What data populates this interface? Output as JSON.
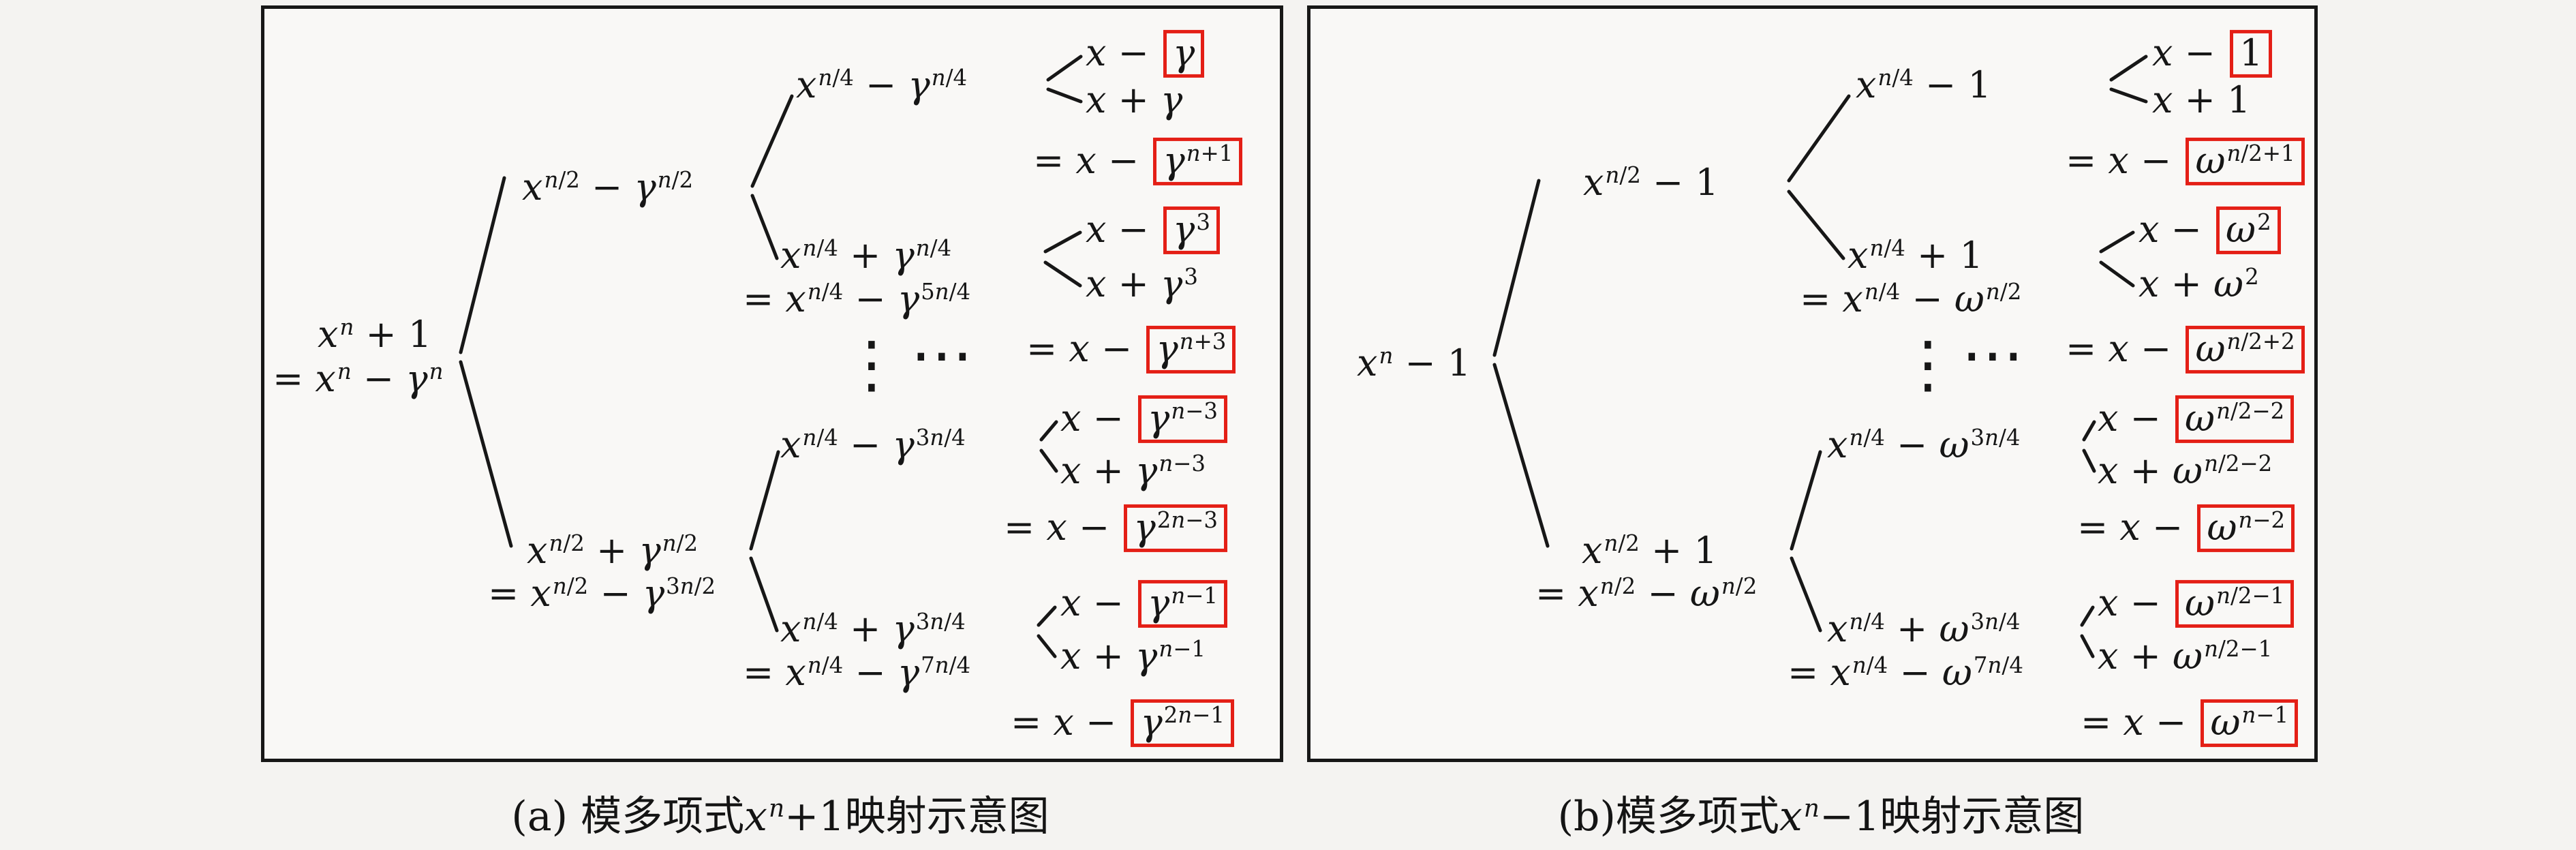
{
  "figure": {
    "background": "#f4f3f1",
    "panel_background": "#f9f8f6",
    "line_color": "#171717",
    "highlight_box_color": "#e41f16",
    "panels": [
      {
        "id": "a",
        "caption": {
          "prefix": "(a) 模多项式",
          "math": "x^{n}+1",
          "suffix": "映射示意图"
        },
        "items": [
          {
            "id": "root-l1",
            "m": "x^{n} + 1"
          },
          {
            "id": "root-l2",
            "m": "= x^{n} − γ^{n}"
          },
          {
            "id": "l2top",
            "m": "x^{n/2} − γ^{n/2}"
          },
          {
            "id": "l2bot-l1",
            "m": "x^{n/2} + γ^{n/2}"
          },
          {
            "id": "l2bot-l2",
            "m": "= x^{n/2} − γ^{3n/2}"
          },
          {
            "id": "n1",
            "m": "x^{n/4} − γ^{n/4}"
          },
          {
            "id": "n2-l1",
            "m": "x^{n/4} + γ^{n/4}"
          },
          {
            "id": "n2-l2",
            "m": "= x^{n/4} − γ^{5n/4}"
          },
          {
            "id": "n3",
            "m": "x^{n/4} − γ^{3n/4}"
          },
          {
            "id": "n4-l1",
            "m": "x^{n/4} + γ^{3n/4}"
          },
          {
            "id": "n4-l2",
            "m": "= x^{n/4} − γ^{7n/4}"
          },
          {
            "id": "leaf1a",
            "m": "x − [γ]"
          },
          {
            "id": "leaf1b",
            "m": "x + γ"
          },
          {
            "id": "res1",
            "m": "= x − [γ^{n+1}]"
          },
          {
            "id": "leaf2a",
            "m": "x − [γ^{3}]"
          },
          {
            "id": "leaf2b",
            "m": "x + γ^{3}"
          },
          {
            "id": "res2",
            "m": "= x − [γ^{n+3}]"
          },
          {
            "id": "leaf3a",
            "m": "x − [γ^{n−3}]"
          },
          {
            "id": "leaf3b",
            "m": "x + γ^{n−3}"
          },
          {
            "id": "res3",
            "m": "= x − [γ^{2n−3}]"
          },
          {
            "id": "leaf4a",
            "m": "x − [γ^{n−1}]"
          },
          {
            "id": "leaf4b",
            "m": "x + γ^{n−1}"
          },
          {
            "id": "res4",
            "m": "= x − [γ^{2n−1}]"
          },
          {
            "id": "vdots",
            "m": "⋮"
          },
          {
            "id": "hdots",
            "m": "⋯"
          }
        ]
      },
      {
        "id": "b",
        "caption": {
          "prefix": "(b)模多项式",
          "math": "x^{n}−1",
          "suffix": "映射示意图"
        },
        "items": [
          {
            "id": "root",
            "m": "x^{n} − 1"
          },
          {
            "id": "l2top",
            "m": "x^{n/2} − 1"
          },
          {
            "id": "l2bot-l1",
            "m": "x^{n/2} + 1"
          },
          {
            "id": "l2bot-l2",
            "m": "= x^{n/2} − ω^{n/2}"
          },
          {
            "id": "n1",
            "m": "x^{n/4} − 1"
          },
          {
            "id": "n2-l1",
            "m": "x^{n/4} + 1"
          },
          {
            "id": "n2-l2",
            "m": "= x^{n/4} − ω^{n/2}"
          },
          {
            "id": "n3",
            "m": "x^{n/4} − ω^{3n/4}"
          },
          {
            "id": "n4-l1",
            "m": "x^{n/4} + ω^{3n/4}"
          },
          {
            "id": "n4-l2",
            "m": "= x^{n/4} − ω^{7n/4}"
          },
          {
            "id": "leaf1a",
            "m": "x − [1]"
          },
          {
            "id": "leaf1b",
            "m": "x + 1"
          },
          {
            "id": "res1",
            "m": "= x − [ω^{n/2+1}]"
          },
          {
            "id": "leaf2a",
            "m": "x − [ω^{2}]"
          },
          {
            "id": "leaf2b",
            "m": "x + ω^{2}"
          },
          {
            "id": "res2",
            "m": "= x − [ω^{n/2+2}]"
          },
          {
            "id": "leaf3a",
            "m": "x − [ω^{n/2−2}]"
          },
          {
            "id": "leaf3b",
            "m": "x + ω^{n/2−2}"
          },
          {
            "id": "res3",
            "m": "= x − [ω^{n−2}]"
          },
          {
            "id": "leaf4a",
            "m": "x − [ω^{n/2−1}]"
          },
          {
            "id": "leaf4b",
            "m": "x + ω^{n/2−1}"
          },
          {
            "id": "res4",
            "m": "= x − [ω^{n−1}]"
          },
          {
            "id": "vdots",
            "m": "⋮"
          },
          {
            "id": "hdots",
            "m": "⋯"
          }
        ]
      }
    ]
  }
}
